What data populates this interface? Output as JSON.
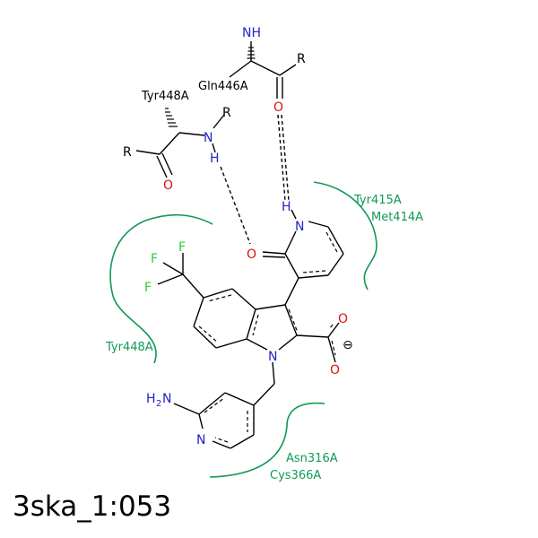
{
  "title": "3ska_1:053",
  "colors": {
    "bond": "#000000",
    "nitrogen": "#2222cc",
    "oxygen": "#dd1111",
    "fluorine": "#33cc33",
    "residue": "#119955"
  },
  "residues": {
    "gln446a": "Gln446A",
    "tyr448a_backbone": "Tyr448A",
    "tyr415a": "Tyr415A",
    "met414a": "Met414A",
    "tyr448a_pocket": "Tyr448A",
    "asn316a": "Asn316A",
    "cys366a": "Cys366A"
  },
  "atoms": {
    "nh_gln": "NH",
    "r_gln": "R",
    "o_gln": "O",
    "r_tyr_n": "R",
    "n_tyr": "N",
    "h_tyr": "H",
    "r_tyr_c": "R",
    "o_tyr": "O",
    "h_pyridone": "H",
    "n_pyridone": "N",
    "o_pyridone": "O",
    "f1": "F",
    "f2": "F",
    "f3": "F",
    "n_indole": "N",
    "o_carboxyl_1": "O",
    "o_carboxyl_2": "O",
    "charge": "⊖",
    "h2n": "H",
    "h2n_sub": "2",
    "h2n_n": "N",
    "n_pyridine": "N"
  }
}
